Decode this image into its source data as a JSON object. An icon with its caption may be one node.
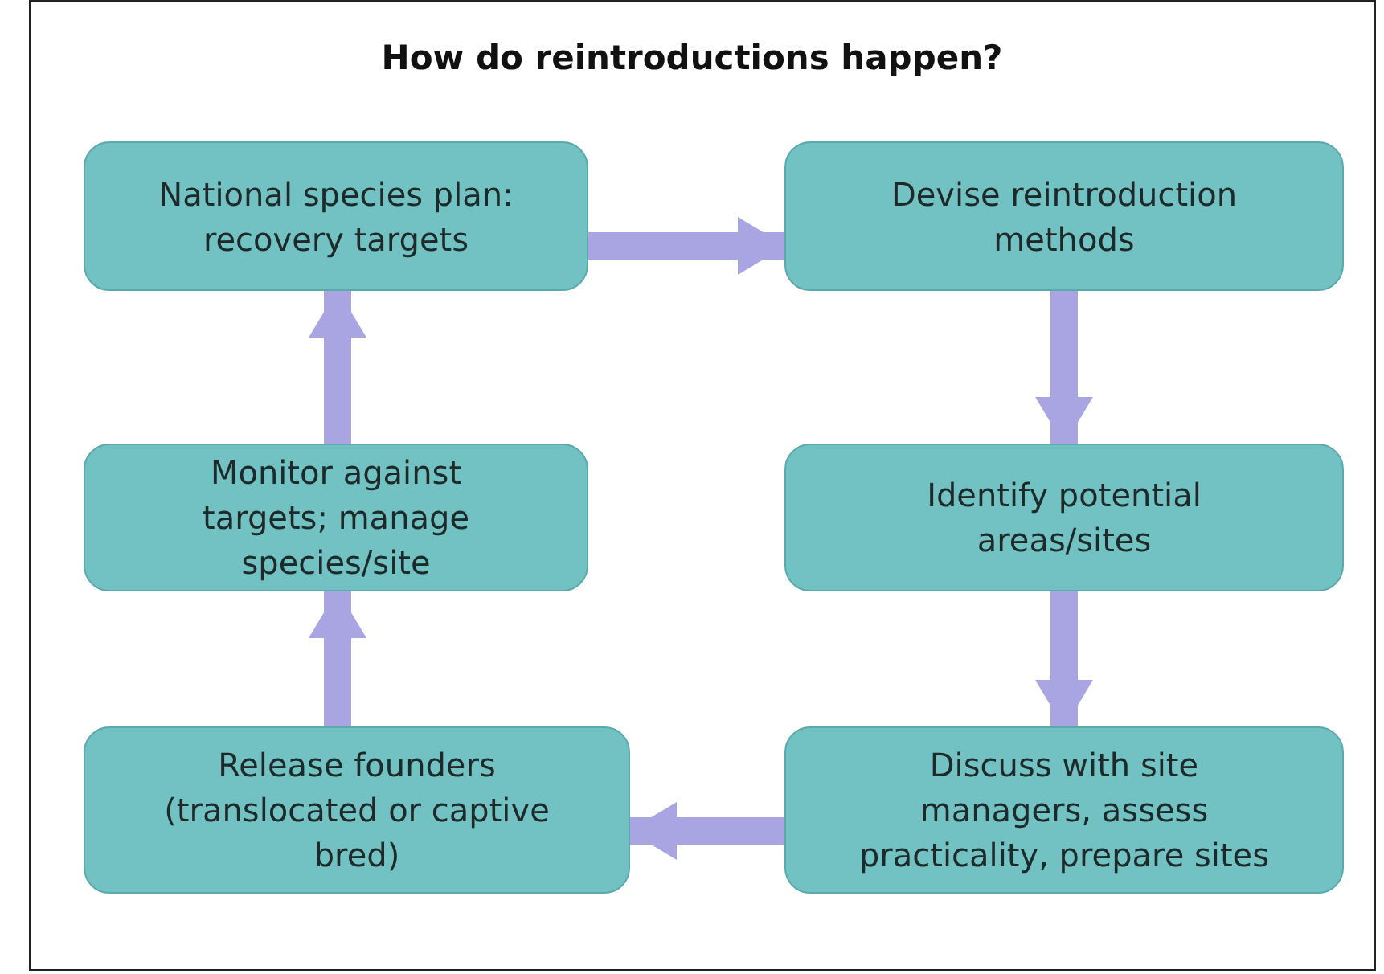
{
  "diagram": {
    "title": "How do reintroductions happen?",
    "nodes": [
      {
        "text": [
          "National species plan: recovery targets"
        ]
      },
      {
        "text": [
          "Devise reintroduction methods"
        ]
      },
      {
        "text": [
          "Identify potential areas/sites"
        ]
      },
      {
        "text": [
          "Discuss with site managers, assess practicality, prepare sites"
        ]
      },
      {
        "text": [
          "Release founders (translocated or captive bred)"
        ]
      },
      {
        "text": [
          "Monitor against targets; manage species/site"
        ]
      }
    ],
    "edges": [
      {
        "from": 0,
        "to": 1,
        "arrow": "to"
      },
      {
        "from": 1,
        "to": 2,
        "arrow": "to"
      },
      {
        "from": 2,
        "to": 3,
        "arrow": "to"
      },
      {
        "from": 3,
        "to": 4,
        "arrow": "to"
      },
      {
        "from": 4,
        "to": 5,
        "arrow": "to"
      },
      {
        "from": 5,
        "to": 0,
        "arrow": "to"
      }
    ]
  }
}
